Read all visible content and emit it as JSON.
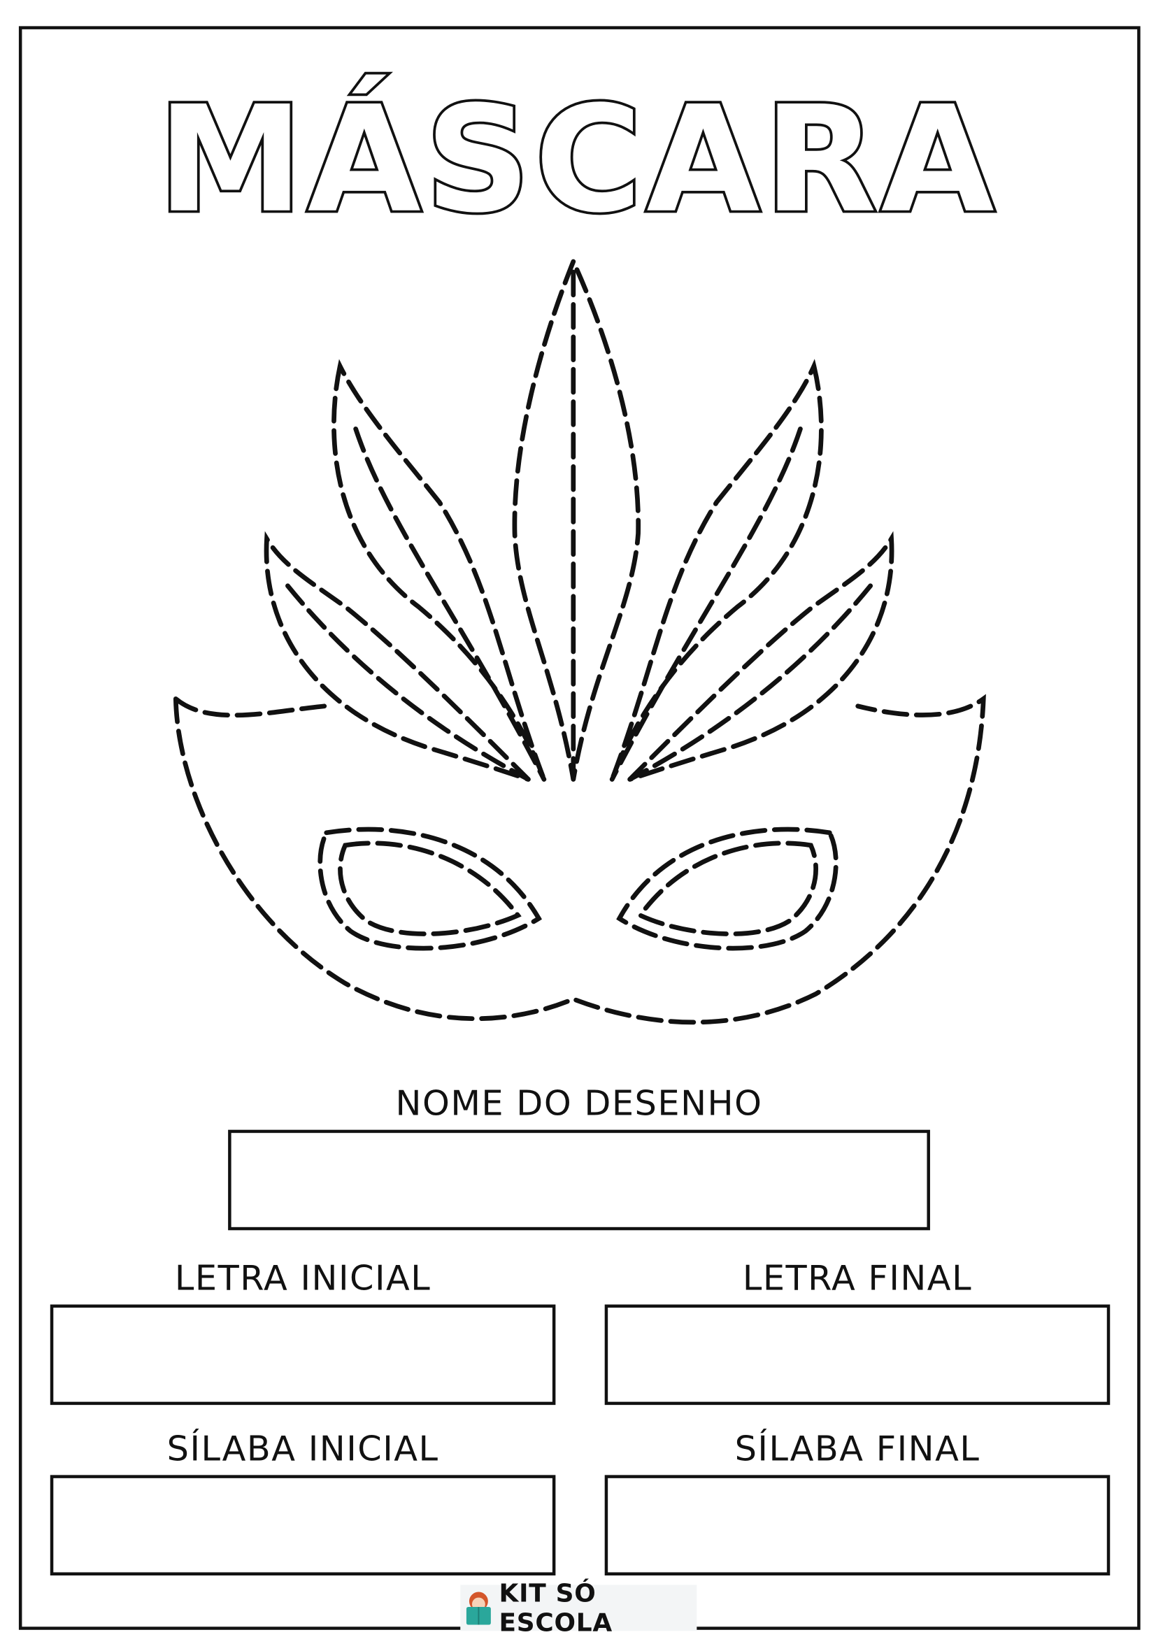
{
  "title": "MÁSCARA",
  "fields": {
    "name_label": "NOME DO DESENHO",
    "first_letter_label": "LETRA INICIAL",
    "last_letter_label": "LETRA FINAL",
    "first_syllable_label": "SÍLABA INICIAL",
    "last_syllable_label": "SÍLABA FINAL"
  },
  "logo": {
    "text": "KIT SÓ ESCOLA"
  }
}
